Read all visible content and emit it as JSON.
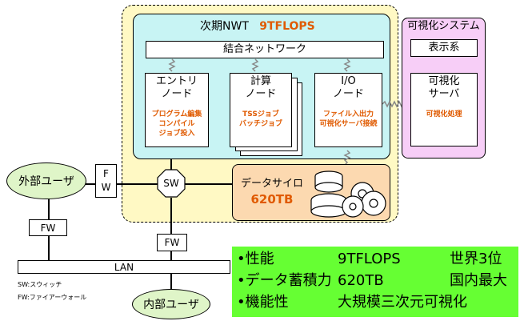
{
  "nwt": {
    "title": "次期NWT",
    "perf": "9TFLOPS"
  },
  "network": {
    "label": "結合ネットワーク"
  },
  "nodes": {
    "entry": {
      "title1": "エントリ",
      "title2": "ノード",
      "desc": [
        "プログラム編集",
        "コンパイル",
        "ジョブ投入"
      ]
    },
    "compute": {
      "title1": "計算",
      "title2": "ノード",
      "desc": [
        "TSSジョブ",
        "バッチジョブ"
      ]
    },
    "io": {
      "title1": "I/O",
      "title2": "ノード",
      "desc": [
        "ファイル入出力",
        "可視化サーバ接続"
      ]
    }
  },
  "viz": {
    "title": "可視化システム",
    "display": "表示系",
    "server1": "可視化",
    "server2": "サーバ",
    "desc": "可視化処理"
  },
  "silo": {
    "label": "データサイロ",
    "size": "620TB"
  },
  "sw": "SW",
  "fw": {
    "top": "F",
    "bottom": "W",
    "left": "FW",
    "center": "FW"
  },
  "external_user": "外部ユーザ",
  "internal_user": "内部ユーザ",
  "lan": "LAN",
  "legend": [
    "SW:スウィッチ",
    "FW:ファイアーウォール"
  ],
  "summary": [
    {
      "label": "•性能",
      "value": "9TFLOPS",
      "note": "世界3位"
    },
    {
      "label": "•データ蓄積力",
      "value": "620TB",
      "note": "国内最大"
    },
    {
      "label": "•機能性",
      "value": "大規模三次元可視化",
      "note": ""
    }
  ],
  "colors": {
    "outer": "#fff9c4",
    "nwt": "#c8f4f4",
    "viz": "#f7cef7",
    "silo": "#fcd9b0",
    "summary": "#66ff33",
    "accent": "#e05a00"
  }
}
